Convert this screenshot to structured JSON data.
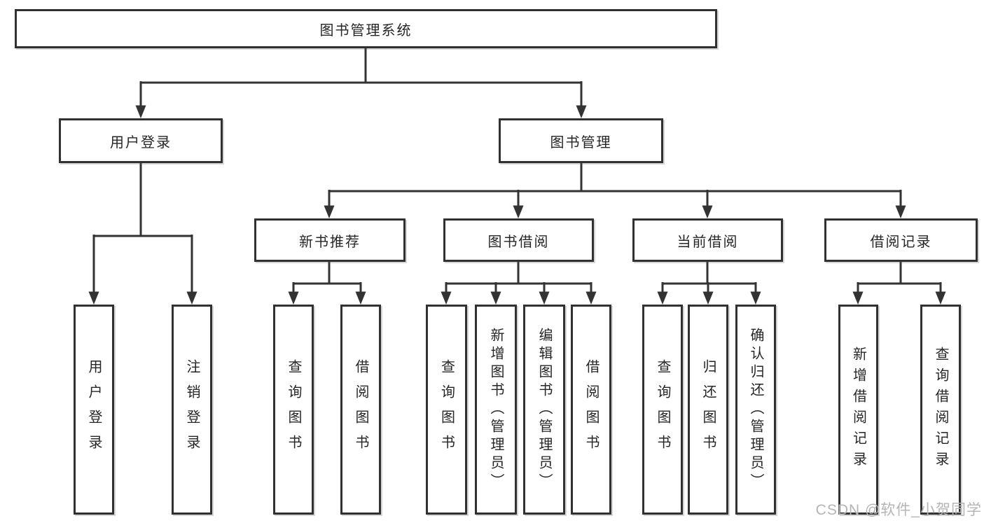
{
  "diagram": {
    "title_node": {
      "label": "图书管理系统"
    },
    "level2": [
      {
        "label": "用户登录"
      },
      {
        "label": "图书管理"
      }
    ],
    "level3": [
      {
        "label": "新书推荐"
      },
      {
        "label": "图书借阅"
      },
      {
        "label": "当前借阅"
      },
      {
        "label": "借阅记录"
      }
    ],
    "leaves": {
      "user": [
        "用户登录",
        "注销登录"
      ],
      "recommend": [
        "查询图书",
        "借阅图书"
      ],
      "borrow": [
        "查询图书",
        "新增图书（管理员）",
        "编辑图书（管理员）",
        "借阅图书"
      ],
      "current": [
        "查询图书",
        "归还图书",
        "确认归还（管理员）"
      ],
      "records": [
        "新增借阅记录",
        "查询借阅记录"
      ]
    },
    "watermark": "CSDN @软件_小贺同学",
    "colors": {
      "line": "#333333",
      "box_border": "#313131",
      "box_fill": "#ffffff",
      "text": "#262626",
      "watermark": "#b5b5b5",
      "background": "#ffffff"
    }
  }
}
